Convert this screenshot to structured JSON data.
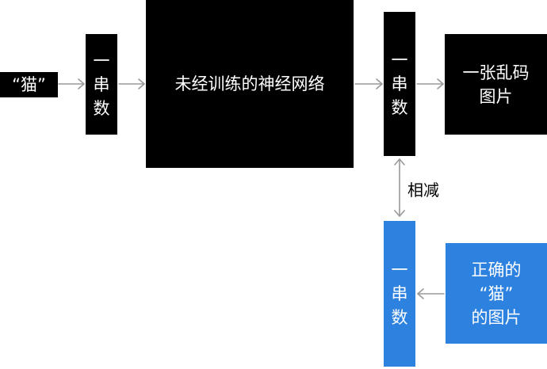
{
  "nodes": {
    "input_word": "“猫”",
    "number_string_1": [
      "一",
      "串",
      "数"
    ],
    "network": "未经训练的神经网络",
    "number_string_2": [
      "一",
      "串",
      "数"
    ],
    "garbled_image": [
      "一张乱码",
      "图片"
    ],
    "number_string_3": [
      "一",
      "串",
      "数"
    ],
    "correct_image": [
      "正确的",
      "“猫”",
      "的图片"
    ]
  },
  "edges": {
    "subtract_label": "相减"
  },
  "colors": {
    "dark_box": "#000000",
    "blue_box": "#2d82e0",
    "arrow": "#9a9a9a"
  }
}
